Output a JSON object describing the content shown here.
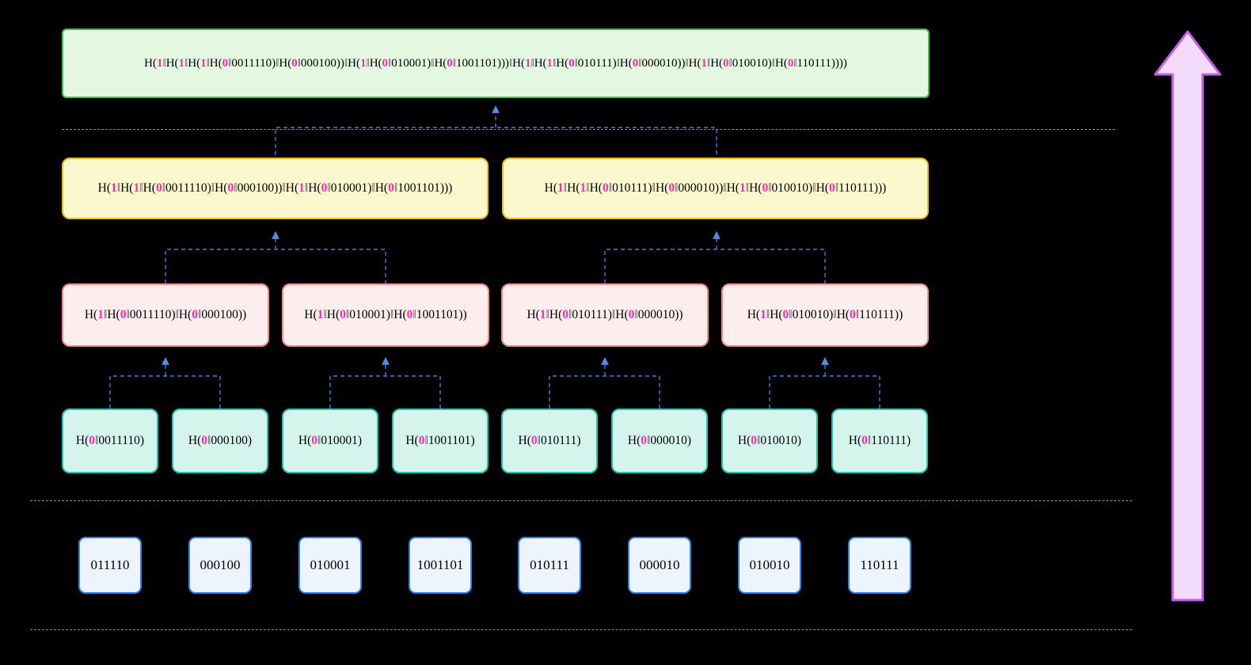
{
  "diagram": {
    "title": "merkle-hash-tree",
    "colors": {
      "root_fill": "#e4f7e0",
      "root_border": "#3cbf4a",
      "mid_fill": "#fbf8cd",
      "mid_border": "#e8bf22",
      "inner_fill": "#fdeeee",
      "inner_border": "#f58a8a",
      "leaf_fill": "#d5f5ec",
      "leaf_border": "#1fc4b4",
      "data_fill": "#eef4fd",
      "data_border": "#2b85f0",
      "connector": "#3d7ddb",
      "separator": "#8d8d8d",
      "arrow_fill": "#f3dcfb",
      "arrow_border": "#c35ff0",
      "bit_highlight": "#ff28b0",
      "background": "#000000"
    },
    "root": {
      "label": "H(1‖H(1‖H(1‖H(0‖0011110)‖H(0‖000100))‖H(1‖H(0‖010001)‖H(0‖1001101)))‖H(1‖H(1‖H(0‖010111)‖H(0‖000010))‖H(1‖H(0‖010010)‖H(0‖110111))))"
    },
    "mid_nodes": [
      {
        "label": "H(1‖H(1‖H(0‖0011110)‖H(0‖000100))‖H(1‖H(0‖010001)‖H(0‖1001101)))"
      },
      {
        "label": "H(1‖H(1‖H(0‖010111)‖H(0‖000010))‖H(1‖H(0‖010010)‖H(0‖110111)))"
      }
    ],
    "inner_nodes": [
      {
        "label": "H(1‖H(0‖0011110)‖H(0‖000100))"
      },
      {
        "label": "H(1‖H(0‖010001)‖H(0‖1001101))"
      },
      {
        "label": "H(1‖H(0‖010111)‖H(0‖000010))"
      },
      {
        "label": "H(1‖H(0‖010010)‖H(0‖110111))"
      }
    ],
    "leaf_nodes": [
      {
        "label": "H(0‖0011110)"
      },
      {
        "label": "H(0‖000100)"
      },
      {
        "label": "H(0‖010001)"
      },
      {
        "label": "H(0‖1001101)"
      },
      {
        "label": "H(0‖010111)"
      },
      {
        "label": "H(0‖000010)"
      },
      {
        "label": "H(0‖010010)"
      },
      {
        "label": "H(0‖110111)"
      }
    ],
    "data_blocks": [
      {
        "label": "011110"
      },
      {
        "label": "000100"
      },
      {
        "label": "010001"
      },
      {
        "label": "1001101"
      },
      {
        "label": "010111"
      },
      {
        "label": "000010"
      },
      {
        "label": "010010"
      },
      {
        "label": "110111"
      }
    ],
    "arrow": {
      "direction": "up",
      "name": "upward-arrow"
    }
  }
}
